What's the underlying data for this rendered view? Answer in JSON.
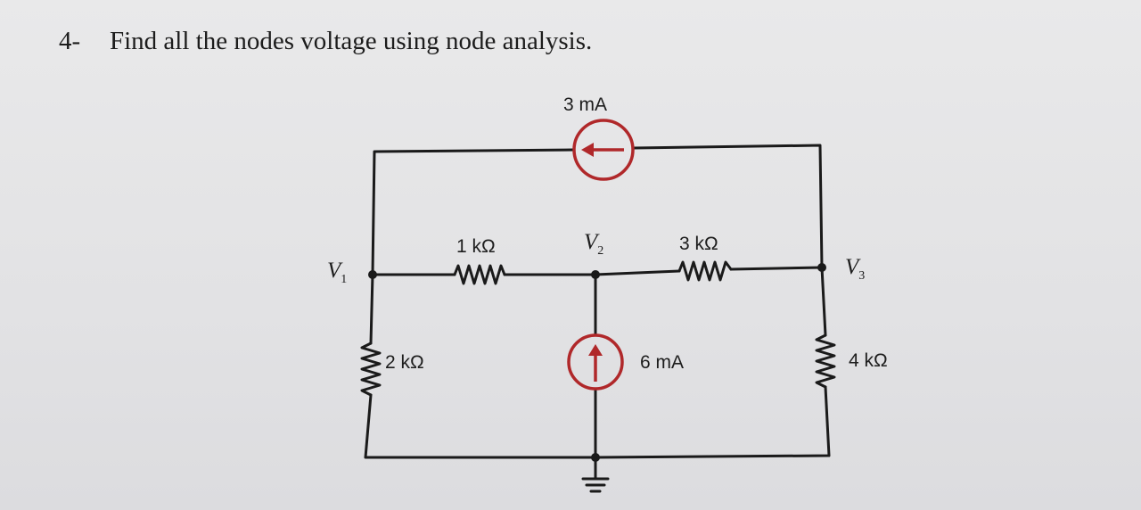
{
  "problem": {
    "number": "4-",
    "text": "Find all the nodes voltage using node analysis."
  },
  "circuit": {
    "current_sources": [
      {
        "id": "top",
        "label": "3 mA",
        "direction": "left"
      },
      {
        "id": "middle",
        "label": "6 mA",
        "direction": "up"
      }
    ],
    "resistors": [
      {
        "id": "r1",
        "label": "1 kΩ"
      },
      {
        "id": "r2",
        "label": "2 kΩ"
      },
      {
        "id": "r3",
        "label": "3 kΩ"
      },
      {
        "id": "r4",
        "label": "4 kΩ"
      }
    ],
    "nodes": [
      {
        "id": "v1",
        "letter": "V",
        "sub": "1"
      },
      {
        "id": "v2",
        "letter": "V",
        "sub": "2"
      },
      {
        "id": "v3",
        "letter": "V",
        "sub": "3"
      }
    ],
    "colors": {
      "wire": "#1a1a1a",
      "source": "#b0282a"
    }
  }
}
